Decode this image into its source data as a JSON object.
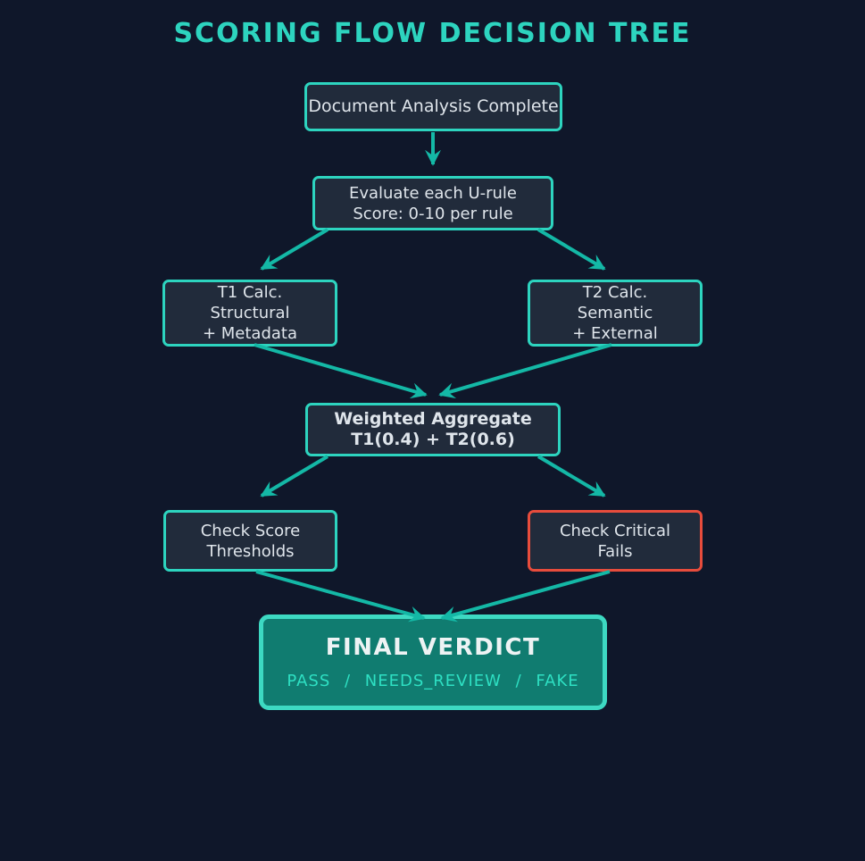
{
  "title": "SCORING FLOW DECISION TREE",
  "colors": {
    "background": "#0f172a",
    "node_fill": "#212b3b",
    "teal": "#2dd4bf",
    "arrow": "#14b8a6",
    "red": "#e74c3c",
    "verdict_fill": "#107c70",
    "verdict_border": "#3dd9c2",
    "verdict_accent": "#2ee0c3",
    "text": "#dfe5eb",
    "title_color": "#2dd4bf"
  },
  "nodes": {
    "start": {
      "lines": [
        "Document Analysis Complete"
      ]
    },
    "evaluate": {
      "lines": [
        "Evaluate each U-rule",
        "Score: 0-10 per rule"
      ]
    },
    "t1": {
      "lines": [
        "T1 Calc.",
        "Structural",
        "+ Metadata"
      ]
    },
    "t2": {
      "lines": [
        "T2 Calc.",
        "Semantic",
        "+ External"
      ]
    },
    "weighted": {
      "lines": [
        "Weighted Aggregate",
        "T1(0.4) + T2(0.6)"
      ]
    },
    "thresholds": {
      "lines": [
        "Check Score",
        "Thresholds"
      ]
    },
    "critical": {
      "lines": [
        "Check Critical",
        "Fails"
      ]
    },
    "verdict": {
      "title": "FINAL VERDICT",
      "options": "PASS / NEEDS_REVIEW / FAKE"
    }
  }
}
